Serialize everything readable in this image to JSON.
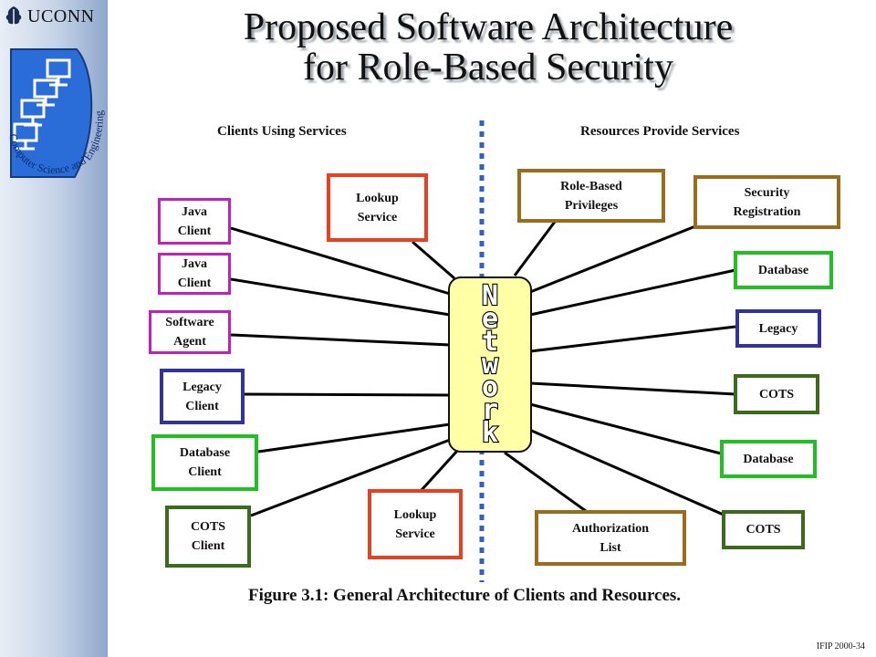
{
  "logo": {
    "university": "UCONN",
    "seal_text": "Computer Science and Engineering"
  },
  "title": {
    "line1": "Proposed Software Architecture",
    "line2": "for Role-Based Security"
  },
  "headers": {
    "clients": "Clients Using Services",
    "resources": "Resources  Provide  Services"
  },
  "network": {
    "letters": [
      "N",
      "e",
      "t",
      "w",
      "o",
      "r",
      "k"
    ]
  },
  "clients": [
    {
      "line1": "Java",
      "line2": "Client",
      "color": "#c020c0"
    },
    {
      "line1": "Java",
      "line2": "Client",
      "color": "#c020c0"
    },
    {
      "line1": "Software",
      "line2": "Agent",
      "color": "#c020c0"
    },
    {
      "line1": "Legacy",
      "line2": "Client",
      "color": "#3333a0"
    },
    {
      "line1": "Database",
      "line2": "Client",
      "color": "#20c020"
    },
    {
      "line1": "COTS",
      "line2": "Client",
      "color": "#3d6b1d"
    },
    {
      "line1": "Lookup",
      "line2": "Service",
      "color": "#e84020"
    },
    {
      "line1": "Lookup",
      "line2": "Service",
      "color": "#e84020"
    }
  ],
  "resources": [
    {
      "line1": "Role-Based",
      "line2": "Privileges",
      "color": "#9a6c1c"
    },
    {
      "line1": "Security",
      "line2": "Registration",
      "color": "#9a6c1c"
    },
    {
      "line1": "Database",
      "line2": "",
      "color": "#20c020"
    },
    {
      "line1": "Legacy",
      "line2": "",
      "color": "#3333a0"
    },
    {
      "line1": "COTS",
      "line2": "",
      "color": "#3d6b1d"
    },
    {
      "line1": "Database",
      "line2": "",
      "color": "#20c020"
    },
    {
      "line1": "COTS",
      "line2": "",
      "color": "#3d6b1d"
    },
    {
      "line1": "Authorization",
      "line2": "List",
      "color": "#9a6c1c"
    }
  ],
  "divider_color": "#3060c0",
  "caption": "Figure 3.1: General Architecture of Clients and Resources.",
  "footer": "IFIP 2000-34"
}
